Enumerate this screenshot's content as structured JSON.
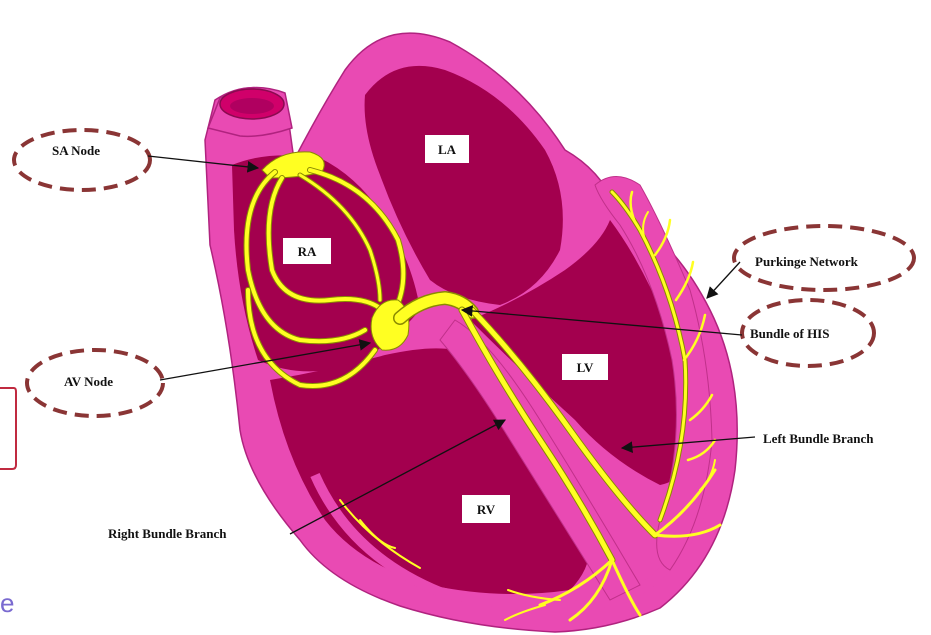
{
  "colors": {
    "outer_wall": "#e94ab3",
    "outer_stroke": "#b0237f",
    "chamber_fill": "#a3004e",
    "conduction": "#ffff22",
    "conduction_stroke": "#8a8a00",
    "callout": "#8a3535",
    "arrow": "#111111",
    "label_box": "#ffffff"
  },
  "chambers": {
    "la": "LA",
    "ra": "RA",
    "lv": "LV",
    "rv": "RV"
  },
  "labels": {
    "sa_node": "SA Node",
    "av_node": "AV Node",
    "purkinje_network": "Purkinge Network",
    "bundle_of_his": "Bundle of HIS",
    "left_bundle_branch": "Left Bundle Branch",
    "right_bundle_branch": "Right Bundle Branch"
  },
  "edge_glyph": "e"
}
